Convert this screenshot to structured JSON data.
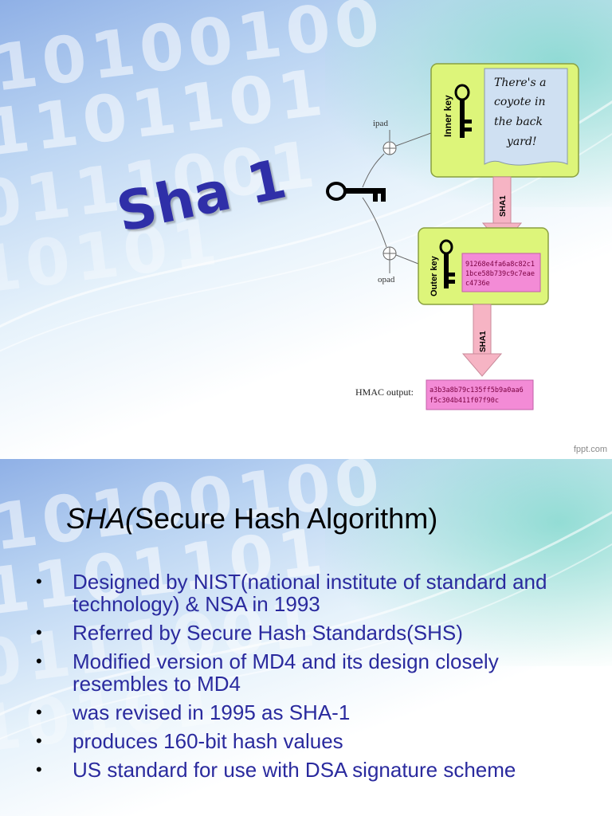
{
  "slide1": {
    "title": "Sha 1",
    "watermark": "fppt.com",
    "diagram": {
      "ipad_label": "ipad",
      "opad_label": "opad",
      "inner_key_label": "Inner key",
      "outer_key_label": "Outer key",
      "note_lines": [
        "There's a",
        "coyote in",
        "the back",
        "yard!"
      ],
      "sha1_label_1": "SHA1",
      "sha1_label_2": "SHA1",
      "inner_hash_lines": [
        "91268e4fa6a8c82c1",
        "1bce58b739c9c7eae",
        "c4736e"
      ],
      "hmac_label": "HMAC output:",
      "hmac_lines": [
        "a3b3a8b79c135ff5b9a0aa6",
        "f5c304b411f07f90c"
      ]
    }
  },
  "slide2": {
    "title_italic": "SHA(",
    "title_rest": "Secure Hash Algorithm)",
    "bullet_symbol": "•",
    "bullets": [
      "Designed  by NIST(national institute of standard and technology) & NSA in 1993",
      "Referred by Secure Hash Standards(SHS)",
      "Modified version of MD4 and its design closely resembles to MD4",
      "was revised in 1995 as SHA-1",
      "produces 160-bit hash values",
      "US standard for use with DSA signature scheme"
    ]
  },
  "colors": {
    "title_blue": "#2f2fa8",
    "bullet_text": "#2a2a9e",
    "box_green": "#ddf57a",
    "note_blue": "#cfe0f2",
    "hash_pink": "#f38bd6",
    "arrow_pink": "#f6b4c4"
  }
}
